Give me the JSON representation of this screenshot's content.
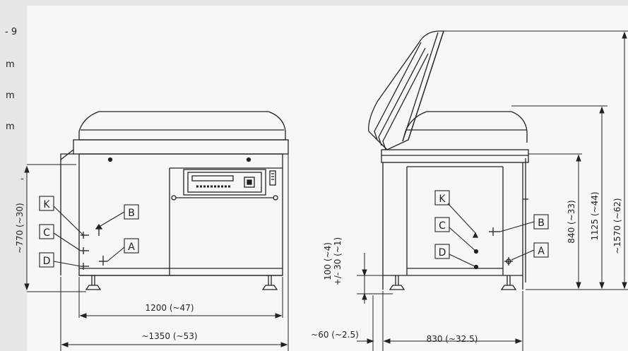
{
  "side_text": [
    " - 9",
    "m",
    "m",
    "m",
    "-"
  ],
  "front_view": {
    "width_inner": "1200 (~47)",
    "width_outer": "~1350 (~53)",
    "height": "~770 (~30)",
    "connections": [
      "K",
      "C",
      "D",
      "B",
      "A"
    ]
  },
  "side_view": {
    "depth": "830 (~32.5)",
    "offset": "~60 (~2.5)",
    "foot_adjust_a": "100 (~4)",
    "foot_adjust_b": "+/- 30 (~1)",
    "height_table": "840 (~33)",
    "height_closed": "1125 (~44)",
    "height_open": "~1570 (~62)",
    "connections": [
      "K",
      "C",
      "D",
      "B",
      "A"
    ]
  }
}
